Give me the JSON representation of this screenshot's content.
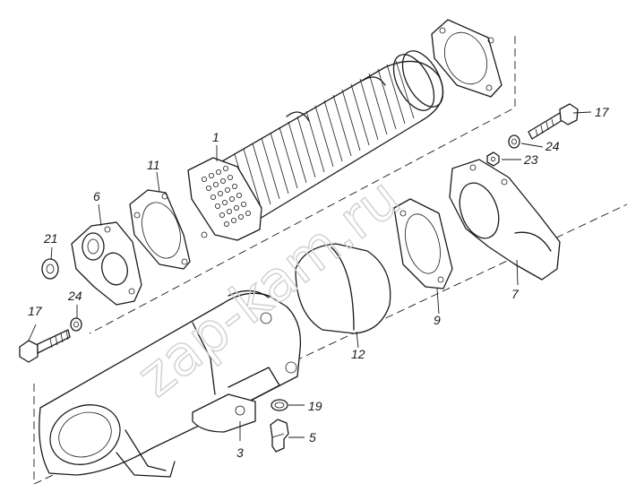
{
  "watermark": "zap-kam.ru",
  "callouts": [
    {
      "id": "1",
      "text": "1"
    },
    {
      "id": "3",
      "text": "3"
    },
    {
      "id": "5",
      "text": "5"
    },
    {
      "id": "6",
      "text": "6"
    },
    {
      "id": "7",
      "text": "7"
    },
    {
      "id": "9",
      "text": "9"
    },
    {
      "id": "11",
      "text": "11"
    },
    {
      "id": "12",
      "text": "12"
    },
    {
      "id": "17a",
      "text": "17"
    },
    {
      "id": "17b",
      "text": "17"
    },
    {
      "id": "19",
      "text": "19"
    },
    {
      "id": "21",
      "text": "21"
    },
    {
      "id": "23",
      "text": "23"
    },
    {
      "id": "24a",
      "text": "24"
    },
    {
      "id": "24b",
      "text": "24"
    }
  ]
}
